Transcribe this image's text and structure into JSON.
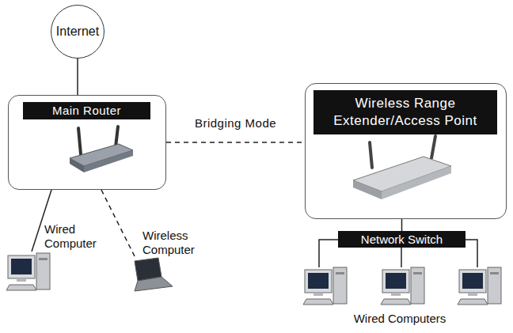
{
  "diagram": {
    "nodes": [
      {
        "text": [
          "Internet"
        ]
      },
      {
        "text": [
          "Main Router"
        ]
      },
      {
        "text": [
          "Wireless Range Extender/Access Point"
        ]
      },
      {
        "text": [
          "Network Switch"
        ]
      }
    ],
    "edges": [
      {
        "from": 0,
        "to": 1,
        "arrow": "none"
      },
      {
        "from": 1,
        "to": 2,
        "label": "Bridging Mode",
        "arrow": "none"
      },
      {
        "from": 2,
        "to": 3,
        "arrow": "none"
      }
    ],
    "labels": [
      "Wired Computer",
      "Wireless Computer",
      "Wired Computers"
    ]
  }
}
